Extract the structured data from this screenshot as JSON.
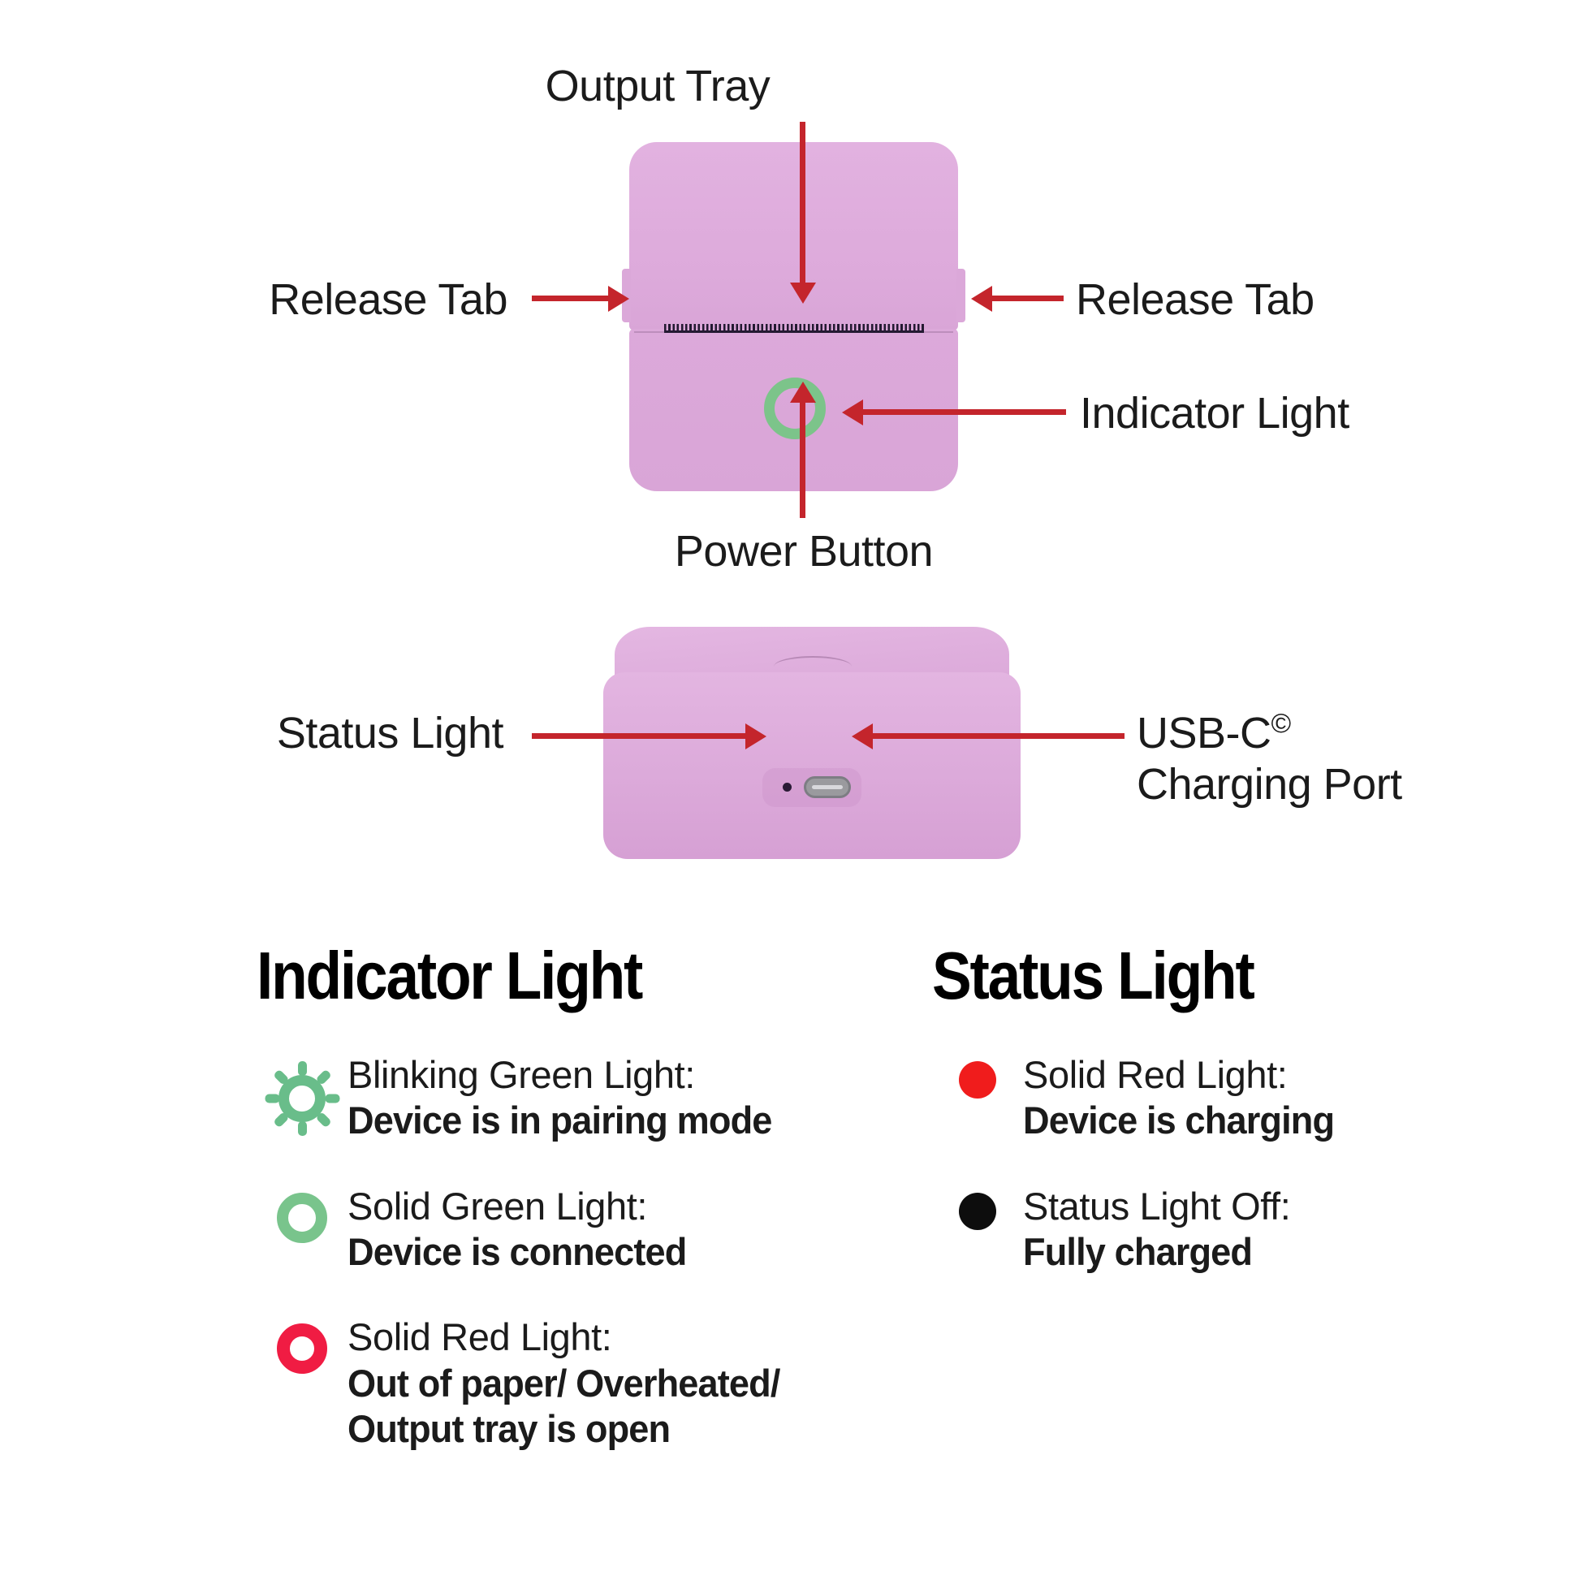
{
  "device": {
    "body_color": "#dcaadb",
    "indicator_ring_color": "#7cc48a",
    "usb_port_color": "#9a9a9e",
    "status_dot_color": "#2a1a35",
    "leader_color": "#c4252c"
  },
  "callouts": {
    "output_tray": "Output Tray",
    "release_tab_left": "Release Tab",
    "release_tab_right": "Release Tab",
    "indicator_light": "Indicator Light",
    "power_button": "Power Button",
    "status_light": "Status Light",
    "usbc_line1": "USB-C",
    "usbc_superscript": "©",
    "usbc_line2": "Charging Port"
  },
  "legend": {
    "indicator": {
      "heading": "Indicator Light",
      "rows": [
        {
          "icon": "blinking-green-light-icon",
          "color": "#69bd8a",
          "title": "Blinking Green Light:",
          "desc": "Device is in pairing mode"
        },
        {
          "icon": "solid-green-ring-icon",
          "color": "#79c48c",
          "title": "Solid Green Light:",
          "desc": "Device is connected"
        },
        {
          "icon": "solid-red-ring-icon",
          "color": "#f01c43",
          "title": "Solid Red Light:",
          "desc_line1": "Out of paper/ Overheated/",
          "desc_line2": "Output tray is open"
        }
      ]
    },
    "status": {
      "heading": "Status Light",
      "rows": [
        {
          "icon": "solid-red-dot-icon",
          "color": "#f01c1c",
          "title": "Solid Red Light:",
          "desc": "Device is charging"
        },
        {
          "icon": "black-dot-icon",
          "color": "#0d0d0d",
          "title": "Status Light Off:",
          "desc": "Fully charged"
        }
      ]
    }
  }
}
